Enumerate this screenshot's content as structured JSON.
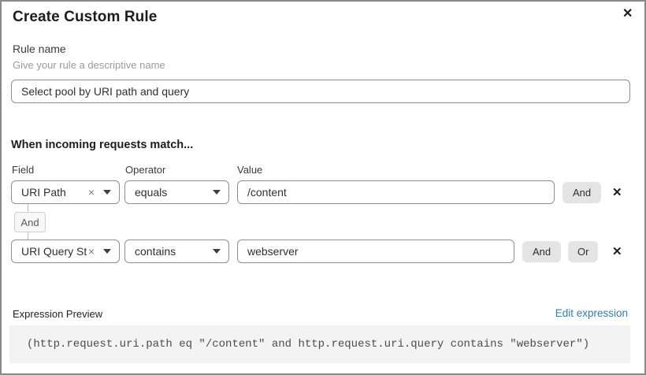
{
  "dialog": {
    "title": "Create Custom Rule",
    "close_icon": "✕"
  },
  "rule_name": {
    "label": "Rule name",
    "help": "Give your rule a descriptive name",
    "value": "Select pool by URI path and query"
  },
  "matcher": {
    "heading": "When incoming requests match...",
    "columns": {
      "field": "Field",
      "operator": "Operator",
      "value": "Value"
    },
    "connector_label": "And",
    "buttons": {
      "and": "And",
      "or": "Or"
    },
    "rows": [
      {
        "field": "URI Path",
        "operator": "equals",
        "value": "/content"
      },
      {
        "field": "URI Query St...",
        "operator": "contains",
        "value": "webserver"
      }
    ]
  },
  "expression_preview": {
    "label": "Expression Preview",
    "edit_link": "Edit expression",
    "expression": "(http.request.uri.path eq \"/content\" and http.request.uri.query contains \"webserver\")"
  },
  "icons": {
    "clear": "×",
    "delete": "✕"
  },
  "colors": {
    "link_blue": "#2e7cb8",
    "button_gray": "#e4e4e4",
    "code_bg": "#f3f3f3",
    "input_border": "#8f8f8f"
  }
}
